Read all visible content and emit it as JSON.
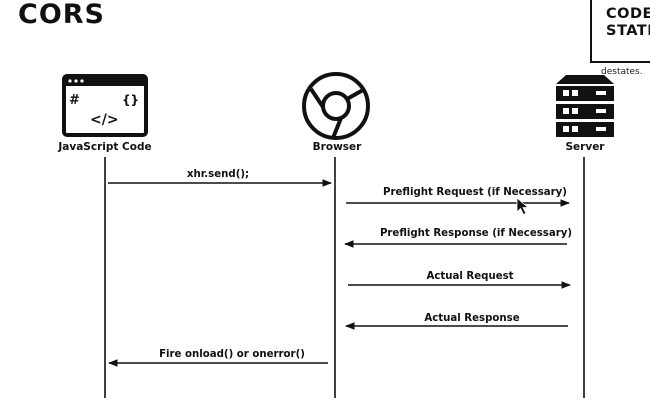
{
  "title": "CORS",
  "brand": {
    "line1": "CODE",
    "line2": "STATES"
  },
  "watermark": "destates.",
  "actors": [
    {
      "id": "js",
      "label": "JavaScript Code",
      "icon": "code-window-icon"
    },
    {
      "id": "browser",
      "label": "Browser",
      "icon": "browser-icon"
    },
    {
      "id": "server",
      "label": "Server",
      "icon": "server-icon"
    }
  ],
  "messages": [
    {
      "from": "js",
      "to": "browser",
      "label": "xhr.send();"
    },
    {
      "from": "browser",
      "to": "server",
      "label": "Preflight Request (if Necessary)"
    },
    {
      "from": "server",
      "to": "browser",
      "label": "Preflight Response (if Necessary)"
    },
    {
      "from": "browser",
      "to": "server",
      "label": "Actual Request"
    },
    {
      "from": "server",
      "to": "browser",
      "label": "Actual Response"
    },
    {
      "from": "browser",
      "to": "js",
      "label": "Fire onload() or onerror()"
    }
  ],
  "code_icon_glyphs": {
    "hash": "#",
    "braces": "{}",
    "tag": "</>"
  },
  "colors": {
    "ink": "#111111",
    "background": "#ffffff"
  }
}
